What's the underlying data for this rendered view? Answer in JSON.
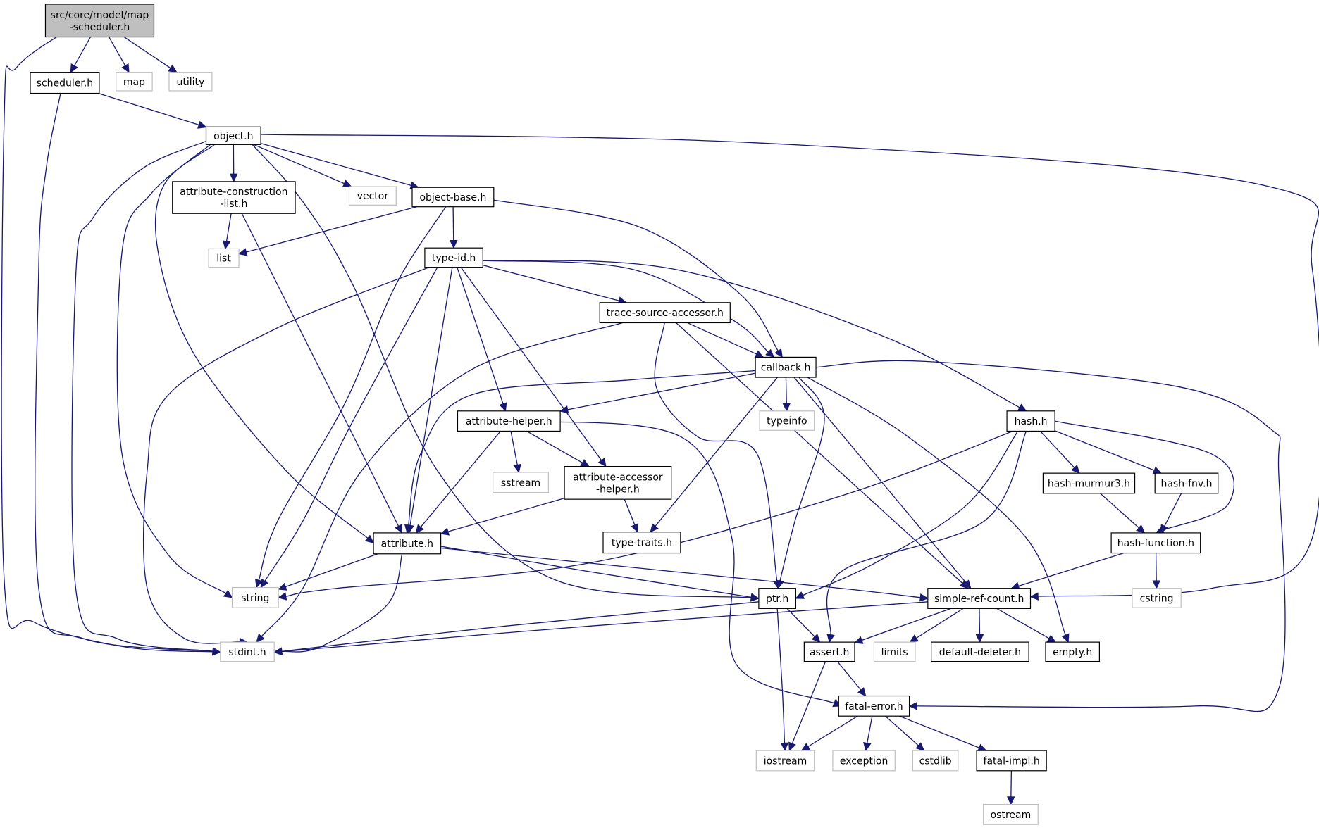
{
  "colors": {
    "edge": "#191970",
    "root_fill": "#bfbfbf",
    "local_border": "#000000",
    "system_border": "#bfbfbf"
  },
  "nodes": [
    {
      "id": "root",
      "kind": "root",
      "lines": [
        "src/core/model/map",
        "-scheduler.h"
      ]
    },
    {
      "id": "scheduler",
      "kind": "local",
      "lines": [
        "scheduler.h"
      ]
    },
    {
      "id": "map",
      "kind": "sys",
      "lines": [
        "map"
      ]
    },
    {
      "id": "utility",
      "kind": "sys",
      "lines": [
        "utility"
      ]
    },
    {
      "id": "object",
      "kind": "local",
      "lines": [
        "object.h"
      ]
    },
    {
      "id": "acl",
      "kind": "local",
      "lines": [
        "attribute-construction",
        "-list.h"
      ]
    },
    {
      "id": "vector",
      "kind": "sys",
      "lines": [
        "vector"
      ]
    },
    {
      "id": "objbase",
      "kind": "local",
      "lines": [
        "object-base.h"
      ]
    },
    {
      "id": "list",
      "kind": "sys",
      "lines": [
        "list"
      ]
    },
    {
      "id": "typeid",
      "kind": "local",
      "lines": [
        "type-id.h"
      ]
    },
    {
      "id": "tsa",
      "kind": "local",
      "lines": [
        "trace-source-accessor.h"
      ]
    },
    {
      "id": "callback",
      "kind": "local",
      "lines": [
        "callback.h"
      ]
    },
    {
      "id": "typeinfo",
      "kind": "sys",
      "lines": [
        "typeinfo"
      ]
    },
    {
      "id": "hash",
      "kind": "local",
      "lines": [
        "hash.h"
      ]
    },
    {
      "id": "ahelper",
      "kind": "local",
      "lines": [
        "attribute-helper.h"
      ]
    },
    {
      "id": "sstream",
      "kind": "sys",
      "lines": [
        "sstream"
      ]
    },
    {
      "id": "aah",
      "kind": "local",
      "lines": [
        "attribute-accessor",
        "-helper.h"
      ]
    },
    {
      "id": "murmur",
      "kind": "local",
      "lines": [
        "hash-murmur3.h"
      ]
    },
    {
      "id": "fnv",
      "kind": "local",
      "lines": [
        "hash-fnv.h"
      ]
    },
    {
      "id": "attr",
      "kind": "local",
      "lines": [
        "attribute.h"
      ]
    },
    {
      "id": "ttraits",
      "kind": "local",
      "lines": [
        "type-traits.h"
      ]
    },
    {
      "id": "hfunc",
      "kind": "local",
      "lines": [
        "hash-function.h"
      ]
    },
    {
      "id": "string",
      "kind": "sys",
      "lines": [
        "string"
      ]
    },
    {
      "id": "ptr",
      "kind": "local",
      "lines": [
        "ptr.h"
      ]
    },
    {
      "id": "src",
      "kind": "local",
      "lines": [
        "simple-ref-count.h"
      ]
    },
    {
      "id": "cstring",
      "kind": "sys",
      "lines": [
        "cstring"
      ]
    },
    {
      "id": "stdint",
      "kind": "sys",
      "lines": [
        "stdint.h"
      ]
    },
    {
      "id": "assert",
      "kind": "local",
      "lines": [
        "assert.h"
      ]
    },
    {
      "id": "limits",
      "kind": "sys",
      "lines": [
        "limits"
      ]
    },
    {
      "id": "deleter",
      "kind": "local",
      "lines": [
        "default-deleter.h"
      ]
    },
    {
      "id": "empty",
      "kind": "local",
      "lines": [
        "empty.h"
      ]
    },
    {
      "id": "fatal",
      "kind": "local",
      "lines": [
        "fatal-error.h"
      ]
    },
    {
      "id": "iostream",
      "kind": "sys",
      "lines": [
        "iostream"
      ]
    },
    {
      "id": "exception",
      "kind": "sys",
      "lines": [
        "exception"
      ]
    },
    {
      "id": "cstdlib",
      "kind": "sys",
      "lines": [
        "cstdlib"
      ]
    },
    {
      "id": "fimpl",
      "kind": "local",
      "lines": [
        "fatal-impl.h"
      ]
    },
    {
      "id": "ostream",
      "kind": "sys",
      "lines": [
        "ostream"
      ]
    }
  ],
  "edges": [
    {
      "from": "root",
      "to": "stdint"
    },
    {
      "from": "root",
      "to": "scheduler"
    },
    {
      "from": "root",
      "to": "map"
    },
    {
      "from": "root",
      "to": "utility"
    },
    {
      "from": "scheduler",
      "to": "object"
    },
    {
      "from": "scheduler",
      "to": "stdint"
    },
    {
      "from": "object",
      "to": "acl"
    },
    {
      "from": "object",
      "to": "vector"
    },
    {
      "from": "object",
      "to": "objbase"
    },
    {
      "from": "object",
      "to": "string"
    },
    {
      "from": "object",
      "to": "stdint"
    },
    {
      "from": "object",
      "to": "attr"
    },
    {
      "from": "object",
      "to": "ptr"
    },
    {
      "from": "object",
      "to": "src"
    },
    {
      "from": "acl",
      "to": "list"
    },
    {
      "from": "acl",
      "to": "attr"
    },
    {
      "from": "objbase",
      "to": "list"
    },
    {
      "from": "objbase",
      "to": "typeid"
    },
    {
      "from": "objbase",
      "to": "string"
    },
    {
      "from": "objbase",
      "to": "callback"
    },
    {
      "from": "typeid",
      "to": "tsa"
    },
    {
      "from": "typeid",
      "to": "callback"
    },
    {
      "from": "typeid",
      "to": "hash"
    },
    {
      "from": "typeid",
      "to": "ahelper"
    },
    {
      "from": "typeid",
      "to": "aah"
    },
    {
      "from": "typeid",
      "to": "attr"
    },
    {
      "from": "typeid",
      "to": "string"
    },
    {
      "from": "typeid",
      "to": "stdint"
    },
    {
      "from": "tsa",
      "to": "callback"
    },
    {
      "from": "tsa",
      "to": "ptr"
    },
    {
      "from": "tsa",
      "to": "src"
    },
    {
      "from": "tsa",
      "to": "stdint"
    },
    {
      "from": "callback",
      "to": "typeinfo"
    },
    {
      "from": "callback",
      "to": "ahelper"
    },
    {
      "from": "callback",
      "to": "attr"
    },
    {
      "from": "callback",
      "to": "ttraits"
    },
    {
      "from": "callback",
      "to": "ptr"
    },
    {
      "from": "callback",
      "to": "src"
    },
    {
      "from": "callback",
      "to": "empty"
    },
    {
      "from": "callback",
      "to": "fatal"
    },
    {
      "from": "hash",
      "to": "murmur"
    },
    {
      "from": "hash",
      "to": "fnv"
    },
    {
      "from": "hash",
      "to": "hfunc"
    },
    {
      "from": "hash",
      "to": "string"
    },
    {
      "from": "hash",
      "to": "ptr"
    },
    {
      "from": "hash",
      "to": "assert"
    },
    {
      "from": "ahelper",
      "to": "sstream"
    },
    {
      "from": "ahelper",
      "to": "aah"
    },
    {
      "from": "ahelper",
      "to": "attr"
    },
    {
      "from": "ahelper",
      "to": "fatal"
    },
    {
      "from": "aah",
      "to": "attr"
    },
    {
      "from": "aah",
      "to": "ttraits"
    },
    {
      "from": "murmur",
      "to": "hfunc"
    },
    {
      "from": "fnv",
      "to": "hfunc"
    },
    {
      "from": "attr",
      "to": "string"
    },
    {
      "from": "attr",
      "to": "stdint"
    },
    {
      "from": "attr",
      "to": "ptr"
    },
    {
      "from": "attr",
      "to": "src"
    },
    {
      "from": "hfunc",
      "to": "src"
    },
    {
      "from": "hfunc",
      "to": "cstring"
    },
    {
      "from": "ptr",
      "to": "stdint"
    },
    {
      "from": "ptr",
      "to": "assert"
    },
    {
      "from": "ptr",
      "to": "iostream"
    },
    {
      "from": "src",
      "to": "stdint"
    },
    {
      "from": "src",
      "to": "assert"
    },
    {
      "from": "src",
      "to": "limits"
    },
    {
      "from": "src",
      "to": "deleter"
    },
    {
      "from": "src",
      "to": "empty"
    },
    {
      "from": "assert",
      "to": "fatal"
    },
    {
      "from": "assert",
      "to": "iostream"
    },
    {
      "from": "fatal",
      "to": "iostream"
    },
    {
      "from": "fatal",
      "to": "exception"
    },
    {
      "from": "fatal",
      "to": "cstdlib"
    },
    {
      "from": "fatal",
      "to": "fimpl"
    },
    {
      "from": "fimpl",
      "to": "ostream"
    }
  ]
}
